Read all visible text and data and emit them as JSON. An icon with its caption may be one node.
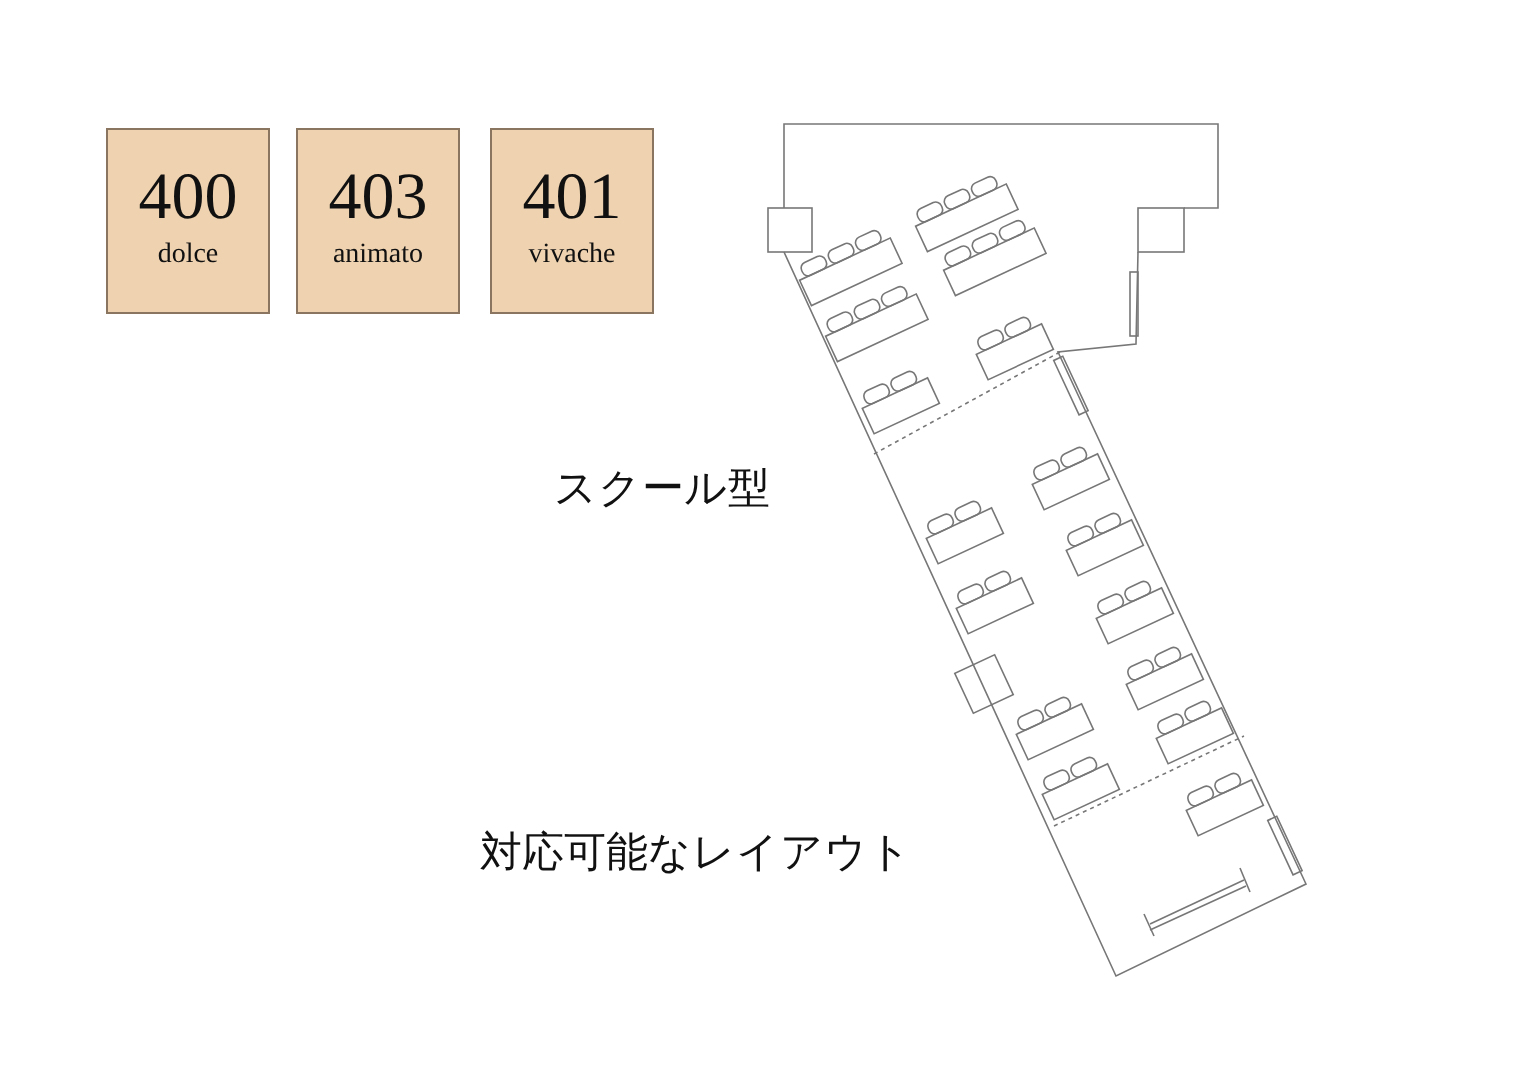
{
  "diagram": {
    "nodes": [
      {
        "text": [
          "400",
          "dolce"
        ]
      },
      {
        "text": [
          "403",
          "animato"
        ]
      },
      {
        "text": [
          "401",
          "vivache"
        ]
      }
    ],
    "labels": [
      "スクール型",
      "対応可能なレイアウト"
    ]
  }
}
